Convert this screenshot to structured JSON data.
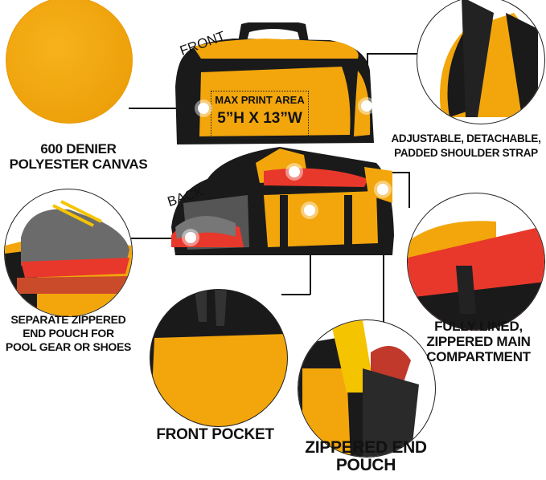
{
  "colors": {
    "bag_yellow": "#F2A60C",
    "bag_black": "#1A1A1A",
    "lining_red": "#E8382B",
    "text": "#111111"
  },
  "views": {
    "front": "FRONT",
    "back": "BACK"
  },
  "print_area": {
    "line1": "MAX PRINT AREA",
    "line2": "5”H X 13”W"
  },
  "features": [
    {
      "lines": [
        "600 DENIER",
        "POLYESTER CANVAS"
      ]
    },
    {
      "lines": [
        "ADJUSTABLE, DETACHABLE,",
        "PADDED SHOULDER STRAP"
      ]
    },
    {
      "lines": [
        "SEPARATE ZIPPERED",
        "END POUCH FOR",
        "POOL GEAR OR SHOES"
      ]
    },
    {
      "lines": [
        "FULLY LINED,",
        "ZIPPERED MAIN",
        "COMPARTMENT"
      ]
    },
    {
      "lines": [
        "FRONT POCKET"
      ]
    },
    {
      "lines": [
        "ZIPPERED END",
        "POUCH"
      ]
    }
  ]
}
